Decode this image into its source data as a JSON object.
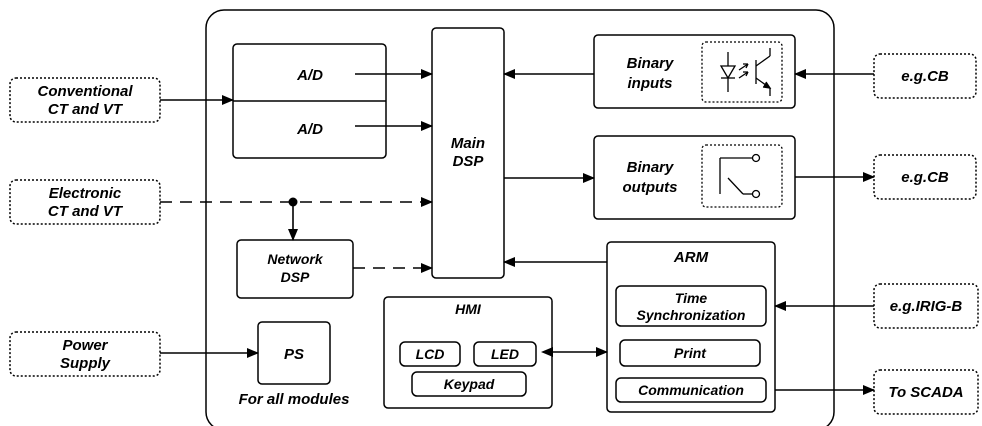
{
  "inputs": {
    "conventional": {
      "line1": "Conventional",
      "line2": "CT and VT"
    },
    "electronic": {
      "line1": "Electronic",
      "line2": "CT and VT"
    },
    "power": {
      "line1": "Power",
      "line2": "Supply"
    }
  },
  "modules": {
    "ad1": "A/D",
    "ad2": "A/D",
    "main_dsp": {
      "line1": "Main",
      "line2": "DSP"
    },
    "network_dsp": {
      "line1": "Network",
      "line2": "DSP"
    },
    "ps": "PS",
    "ps_caption": "For all modules",
    "binary_inputs": {
      "line1": "Binary",
      "line2": "inputs"
    },
    "binary_outputs": {
      "line1": "Binary",
      "line2": "outputs"
    },
    "hmi": {
      "title": "HMI",
      "lcd": "LCD",
      "led": "LED",
      "keypad": "Keypad"
    },
    "arm": {
      "title": "ARM",
      "time_sync": {
        "line1": "Time",
        "line2": "Synchronization"
      },
      "print": "Print",
      "communication": "Communication"
    }
  },
  "externals": {
    "cb_in": "e.g.CB",
    "cb_out": "e.g.CB",
    "irig": "e.g.IRIG-B",
    "scada": "To SCADA"
  }
}
